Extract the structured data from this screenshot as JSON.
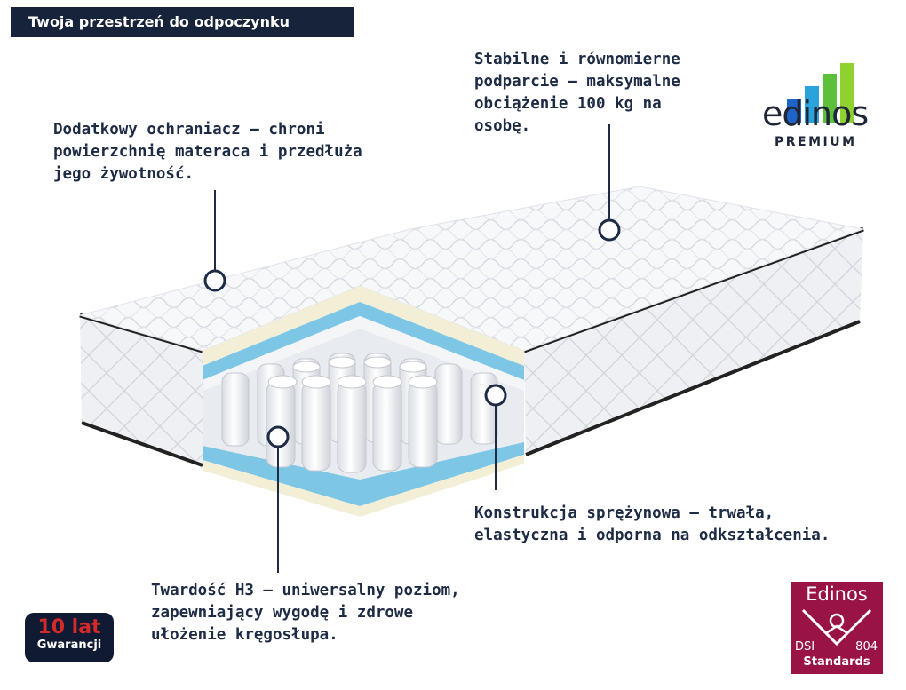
{
  "header": {
    "title": "Twoja przestrzeń do odpoczynku"
  },
  "callouts": {
    "protector": [
      "Dodatkowy ochraniacz — chroni",
      "powierzchnię materaca i przedłuża",
      "jego żywotność."
    ],
    "support": [
      "Stabilne i równomierne",
      "podparcie — maksymalne",
      "obciążenie 100 kg na",
      "osobę."
    ],
    "springs": [
      "Konstrukcja sprężynowa — trwała,",
      "elastyczna i odporna na odkształcenia."
    ],
    "firmness": [
      "Twardość H3 — uniwersalny poziom,",
      "zapewniający wygodę i zdrowe",
      "ułożenie kręgosłupa."
    ]
  },
  "logo": {
    "word": "edinos",
    "tagline": "PREMIUM",
    "bar_colors": [
      "#1e63c8",
      "#2aa3dc",
      "#5cc03b",
      "#8fd12f"
    ]
  },
  "warranty": {
    "big": "10 lat",
    "small": "Gwarancji"
  },
  "standards": {
    "brand": "Edinos",
    "dsi": "DSI",
    "number": "804",
    "label": "Standards",
    "color": "#9a1347"
  },
  "colors": {
    "navy": "#17223b",
    "text": "#1e2b45",
    "foam_blue": "#7ec6e6",
    "foam_cream": "#f3efd6",
    "piping": "#222222"
  }
}
